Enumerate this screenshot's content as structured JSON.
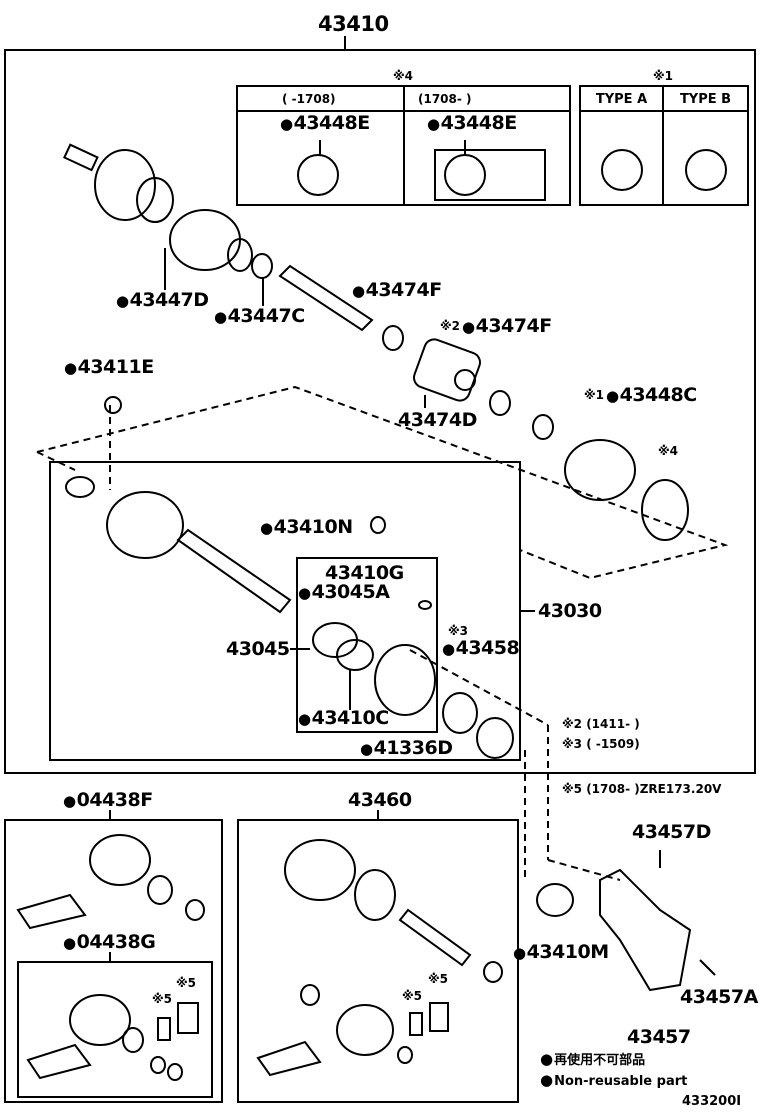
{
  "assembly": "43410",
  "table_x4": {
    "mark": "※4",
    "col1_header": "(     -1708)",
    "col2_header": "(1708-      )",
    "col1_part": "43448E",
    "col2_part": "43448E"
  },
  "table_x1": {
    "mark": "※1",
    "col1_header": "TYPE A",
    "col2_header": "TYPE B"
  },
  "labels": {
    "p43447D": "43447D",
    "p43447C": "43447C",
    "p43474F_a": "43474F",
    "p43474F_b": "43474F",
    "p43474F_b_note": "※2",
    "p43474D": "43474D",
    "p43448C": "43448C",
    "p43448C_note": "※1",
    "p43411E": "43411E",
    "boot_note": "※4",
    "p43410N": "43410N",
    "p43410G": "43410G",
    "p43045A": "43045A",
    "p43045": "43045",
    "p43458_note": "※3",
    "p43458": "43458",
    "p43410C": "43410C",
    "p41336D": "41336D",
    "p43030": "43030",
    "p04438F": "04438F",
    "p04438G": "04438G",
    "p43460": "43460",
    "p43457D": "43457D",
    "p43410M": "43410M",
    "p43457A": "43457A",
    "p43457": "43457",
    "x5": "※5"
  },
  "notes": {
    "n2": "※2 (1411-      )",
    "n3": "※3 (      -1509)",
    "n5": "※5 (1708-        )ZRE173.20V"
  },
  "legend": {
    "jp": "再使用不可部品",
    "en": "Non-reusable part"
  },
  "diagram_id": "433200I"
}
